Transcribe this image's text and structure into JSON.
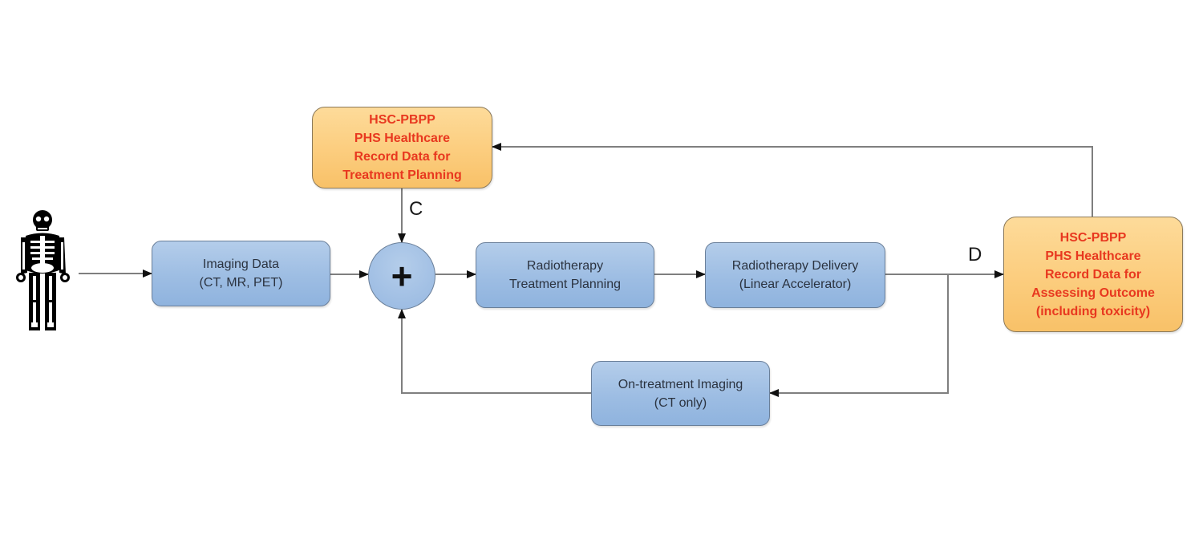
{
  "diagram": {
    "title": "Radiotherapy workflow with PHS healthcare record data",
    "colors": {
      "process_fill": "#9dbde3",
      "data_fill": "#fcce80",
      "data_text": "#e8381f",
      "connector": "#7f7f7f"
    },
    "patient": {
      "icon": "skeleton-icon"
    },
    "nodes": {
      "imaging_data": {
        "lines": [
          "Imaging Data",
          "(CT, MR, PET)"
        ]
      },
      "sum_junction": {
        "symbol": "+"
      },
      "treatment_planning": {
        "lines": [
          "Radiotherapy",
          "Treatment Planning"
        ]
      },
      "delivery": {
        "lines": [
          "Radiotherapy Delivery",
          "(Linear Accelerator)"
        ]
      },
      "on_treatment_imaging": {
        "lines": [
          "On-treatment Imaging",
          "(CT only)"
        ]
      },
      "record_planning": {
        "lines": [
          "HSC-PBPP",
          "PHS Healthcare",
          "Record Data for",
          "Treatment Planning"
        ]
      },
      "record_outcome": {
        "lines": [
          "HSC-PBPP",
          "PHS Healthcare",
          "Record Data for",
          "Assessing Outcome",
          "(including toxicity)"
        ]
      }
    },
    "labels": {
      "c": "C",
      "d": "D"
    },
    "edges": [
      {
        "from": "patient",
        "to": "imaging_data"
      },
      {
        "from": "imaging_data",
        "to": "sum_junction"
      },
      {
        "from": "record_planning",
        "to": "sum_junction",
        "label": "C"
      },
      {
        "from": "sum_junction",
        "to": "treatment_planning"
      },
      {
        "from": "treatment_planning",
        "to": "delivery"
      },
      {
        "from": "delivery",
        "to": "record_outcome",
        "label": "D"
      },
      {
        "from": "delivery",
        "to": "on_treatment_imaging"
      },
      {
        "from": "on_treatment_imaging",
        "to": "sum_junction"
      },
      {
        "from": "record_outcome",
        "to": "record_planning"
      }
    ]
  }
}
